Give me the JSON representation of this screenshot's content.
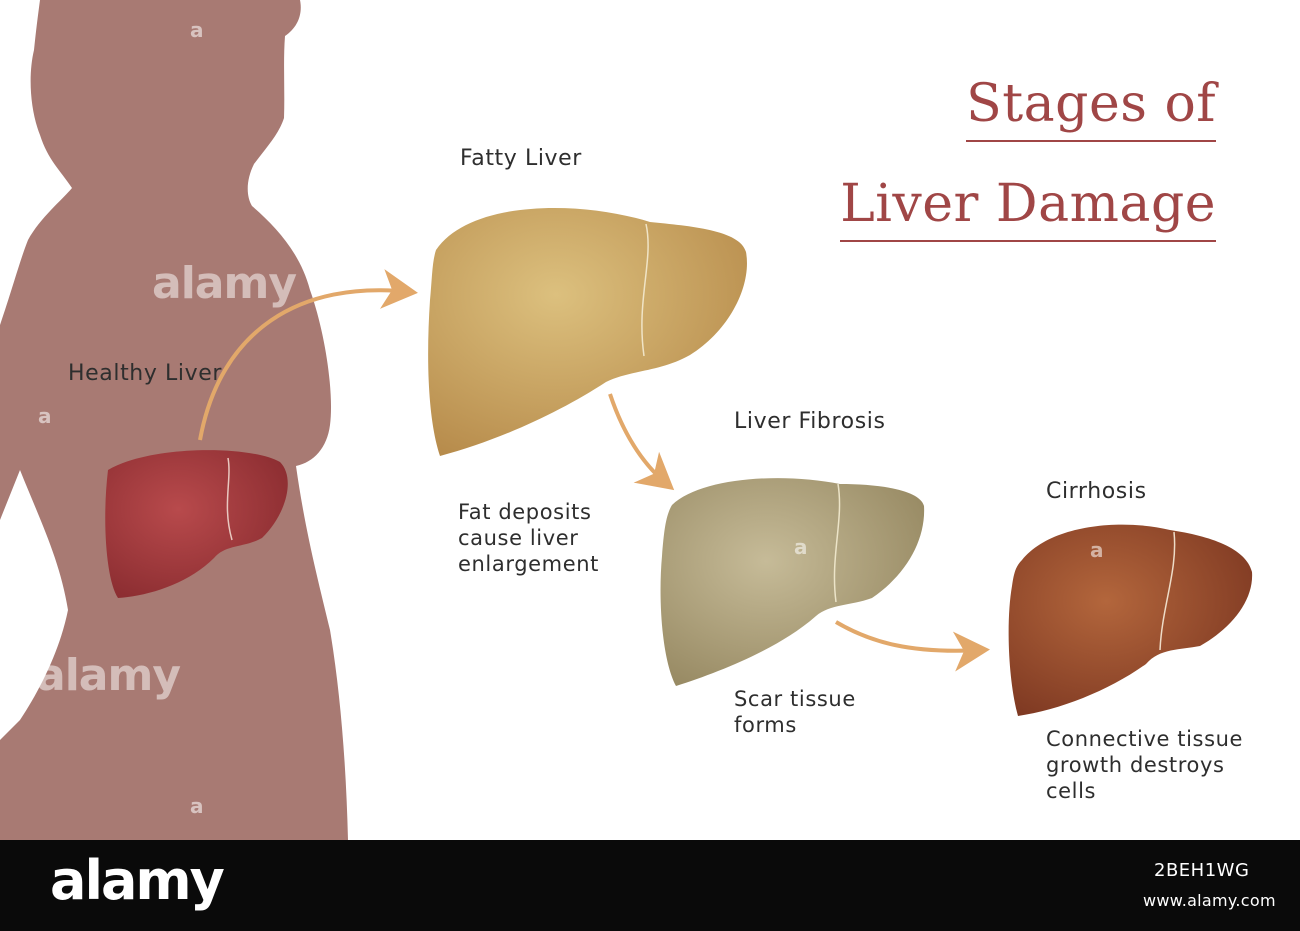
{
  "title": {
    "line1": "Stages of",
    "line2": "Liver Damage",
    "color": "#a04646"
  },
  "stages": [
    {
      "name": "Healthy Liver",
      "description": "",
      "color": "#a33a3e"
    },
    {
      "name": "Fatty Liver",
      "description": "Fat deposits\ncause liver\nenlargement",
      "color": "#c9a46a"
    },
    {
      "name": "Liver Fibrosis",
      "description": "Scar tissue\nforms",
      "color": "#a89a74"
    },
    {
      "name": "Cirrhosis",
      "description": "Connective tissue\ngrowth destroys\ncells",
      "color": "#9a4f2f"
    }
  ],
  "colors": {
    "silhouette": "#a87a73",
    "arrow": "#e2a86a",
    "background": "#ffffff"
  },
  "watermark": {
    "text": "alamy",
    "mark": "a"
  },
  "footer": {
    "logo": "alamy",
    "image_id": "2BEH1WG",
    "url": "www.alamy.com"
  }
}
